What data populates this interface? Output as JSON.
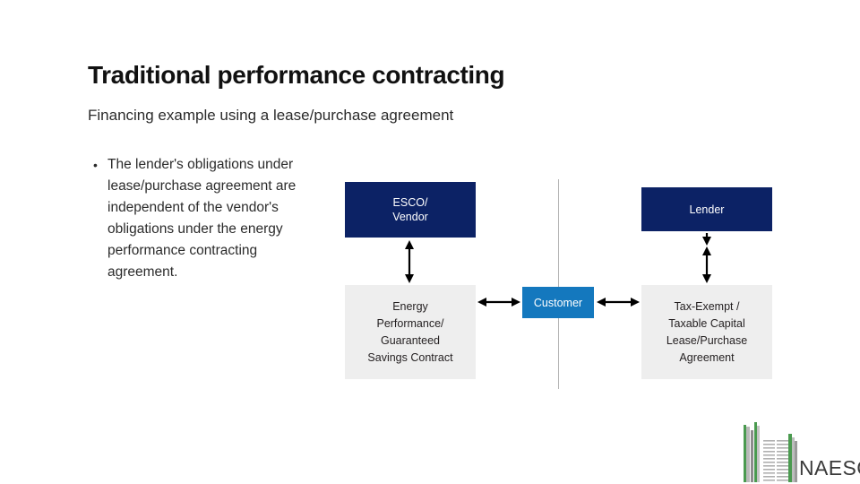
{
  "slide": {
    "title": "Traditional performance contracting",
    "subtitle": "Financing example using a lease/purchase agreement"
  },
  "bullets": [
    {
      "marker": "•",
      "text": "The lender's obligations under lease/purchase agreement are independent of the vendor's obligations under the energy performance contracting agreement."
    }
  ],
  "diagram": {
    "nodes": {
      "esco": {
        "lines": [
          "ESCO/",
          "Vendor"
        ],
        "color": "#0c2265"
      },
      "lender": {
        "lines": [
          "Lender"
        ],
        "color": "#0c2265"
      },
      "energy_contract": {
        "lines": [
          "Energy",
          "Performance/",
          "Guaranteed",
          "Savings Contract"
        ],
        "color": "#eeeeee"
      },
      "lease_agreement": {
        "lines": [
          "Tax-Exempt /",
          "Taxable Capital",
          "Lease/Purchase",
          "Agreement"
        ],
        "color": "#eeeeee"
      },
      "customer": {
        "lines": [
          "Customer"
        ],
        "color": "#1478be"
      }
    },
    "connectors": [
      {
        "name": "esco-to-energy-contract",
        "direction": "vertical-double"
      },
      {
        "name": "lender-short-down",
        "direction": "vertical-down"
      },
      {
        "name": "lender-to-lease-agreement",
        "direction": "vertical-double"
      },
      {
        "name": "energy-contract-to-customer",
        "direction": "horizontal-double"
      },
      {
        "name": "customer-to-lease-agreement",
        "direction": "horizontal-double"
      }
    ],
    "divider": {
      "name": "vertical-divider",
      "color": "#b3b3b3"
    }
  },
  "branding": {
    "wordmark": "NAESCO",
    "logo_icon": "naesco-building-bars-logo",
    "green": "#4a9a4f",
    "gray": "#8c8c8c"
  }
}
